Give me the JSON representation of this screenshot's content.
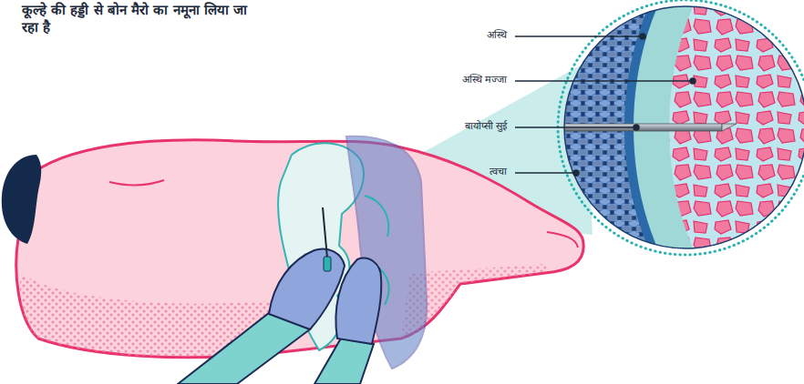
{
  "diagram": {
    "title": "कूल्हे की हड्डी से बोन मैरो का नमूना लिया जा रहा है",
    "labels": [
      "अस्थि",
      "अस्थि मज्जा",
      "बायोप्सी सुई",
      "त्वचा"
    ]
  }
}
